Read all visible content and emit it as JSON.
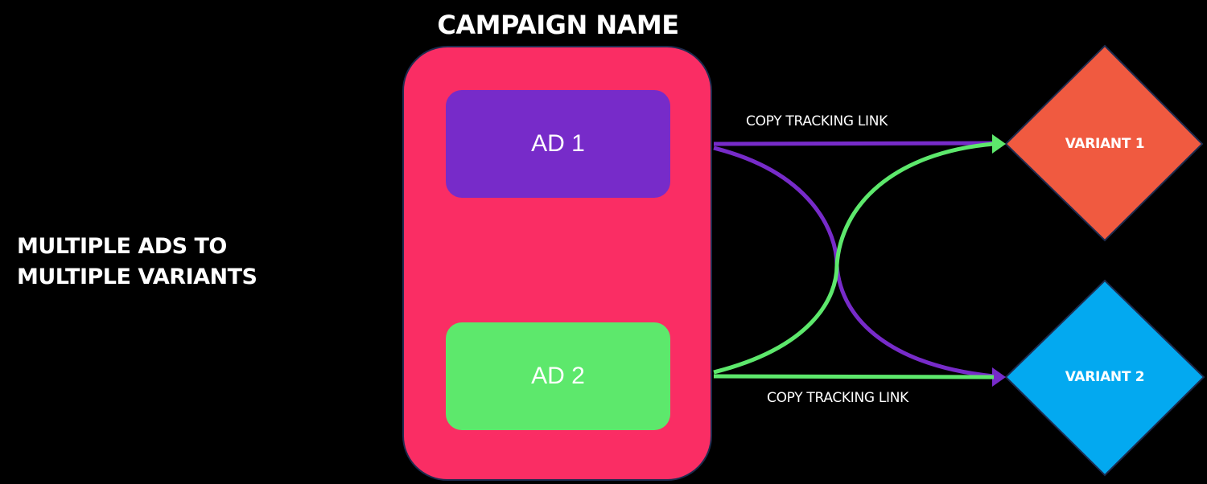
{
  "diagram": {
    "side_title": [
      "MULTIPLE ADS TO",
      "MULTIPLE VARIANTS"
    ],
    "campaign": {
      "title": "CAMPAIGN NAME",
      "color": "#fa2d64"
    },
    "ads": [
      {
        "label": "AD 1",
        "color": "#772bc9"
      },
      {
        "label": "AD 2",
        "color": "#5de86c"
      }
    ],
    "variants": [
      {
        "label": "VARIANT 1",
        "color": "#f05a40"
      },
      {
        "label": "VARIANT 2",
        "color": "#03a9f0"
      }
    ],
    "connections": [
      {
        "from": "AD 1",
        "to": "VARIANT 1",
        "style": "straight",
        "label": "COPY TRACKING LINK",
        "color": "#772bc9"
      },
      {
        "from": "AD 1",
        "to": "VARIANT 2",
        "style": "curved",
        "color": "#772bc9"
      },
      {
        "from": "AD 2",
        "to": "VARIANT 1",
        "style": "curved",
        "color": "#5de86c"
      },
      {
        "from": "AD 2",
        "to": "VARIANT 2",
        "style": "straight",
        "label": "COPY TRACKING LINK",
        "color": "#5de86c"
      }
    ]
  }
}
